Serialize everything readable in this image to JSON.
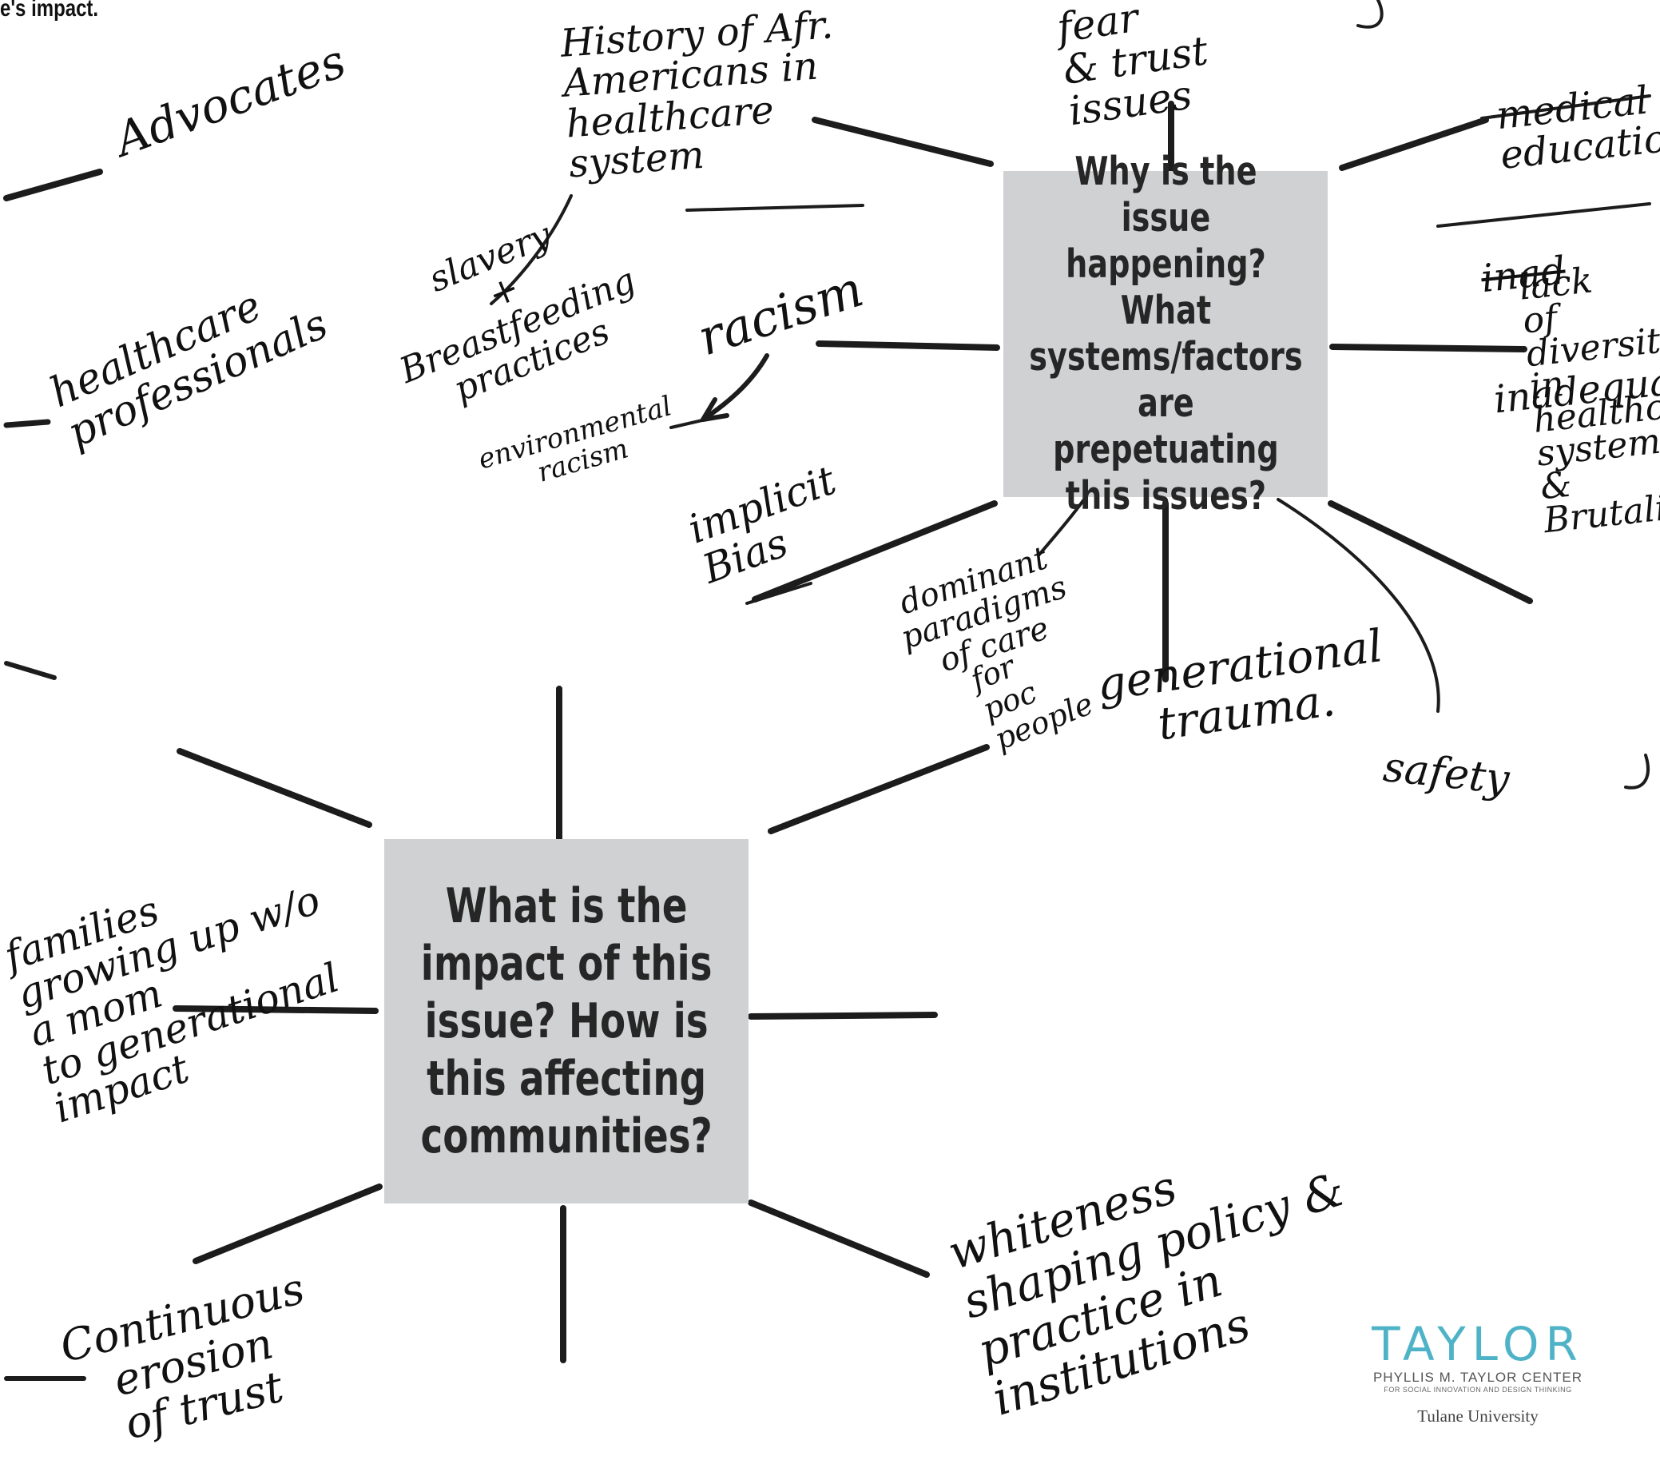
{
  "page": {
    "top_left_caption": "e's impact."
  },
  "box_why": {
    "text": "Why is the issue happening? What systems/factors are prepetuating this issues?"
  },
  "box_impact": {
    "text": "What is the impact of this issue? How is this affecting communities?"
  },
  "why_notes": {
    "history": "History of Afr.\nAmericans in\nhealthcare\nsystem",
    "fear_trust": "fear\n& trust\nissues",
    "medical_education": "medical\neducation",
    "medical_education_struck": "inad",
    "medical_education_suffix": "inadequate",
    "racism": "racism",
    "environmental_racism": "environmental\nracism",
    "slavery": "slavery\n+\nBreastfeeding\npractices",
    "implicit_bias": "implicit\nBias",
    "dominant_paradigms": "dominant\nparadigms\nof care",
    "for_poc": "for\npoc\npeople",
    "generational_trauma": "generational\ntrauma.",
    "safety": "safety",
    "lack_of_diversity": "lack\nof\ndiversity\nin\nhealthcare\nsystem\n&\nBrutality"
  },
  "left_notes": {
    "advocates": "Advocates",
    "healthcare_professionals": "healthcare\nprofessionals"
  },
  "impact_notes": {
    "families": "families\ngrowing up w/o\na mom\nto generational\nimpact",
    "erosion_of_trust": "Continuous\nerosion\nof trust",
    "whiteness": "whiteness\nshaping policy &\npractice in\ninstitutions"
  },
  "logo": {
    "wordmark": "TAYLOR",
    "line1": "PHYLLIS M. TAYLOR CENTER",
    "line2": "FOR SOCIAL INNOVATION AND DESIGN THINKING",
    "line3": "Tulane University",
    "color": "#4fb3c8"
  },
  "colors": {
    "box_fill": "#cfd1d3",
    "ink": "#111111",
    "marker": "#1c1c1c"
  }
}
